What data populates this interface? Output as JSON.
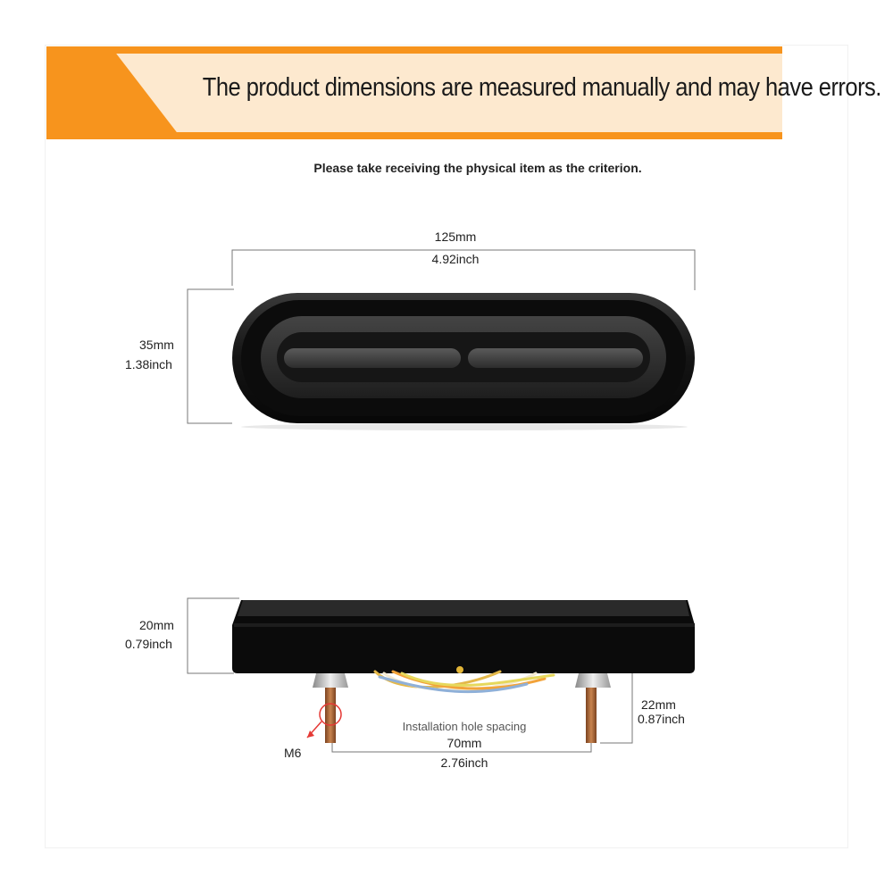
{
  "banner": {
    "text": "The product dimensions are measured manually and may have errors.",
    "color_primary": "#f7941d",
    "color_light": "#fde6c8"
  },
  "subtitle": "Please take receiving the physical item as the criterion.",
  "front_view": {
    "width_mm": "125mm",
    "width_inch": "4.92inch",
    "height_mm": "35mm",
    "height_inch": "1.38inch"
  },
  "side_view": {
    "depth_mm": "20mm",
    "depth_inch": "0.79inch",
    "stud_length_mm": "22mm",
    "stud_length_inch": "0.87inch",
    "thread_label": "M6",
    "hole_spacing_caption": "Installation hole spacing",
    "hole_spacing_mm": "70mm",
    "hole_spacing_inch": "2.76inch"
  },
  "colors": {
    "housing": "#111111",
    "lens": "#2b2b2b",
    "stud": "#b06a3a",
    "marker": "#e53935"
  }
}
